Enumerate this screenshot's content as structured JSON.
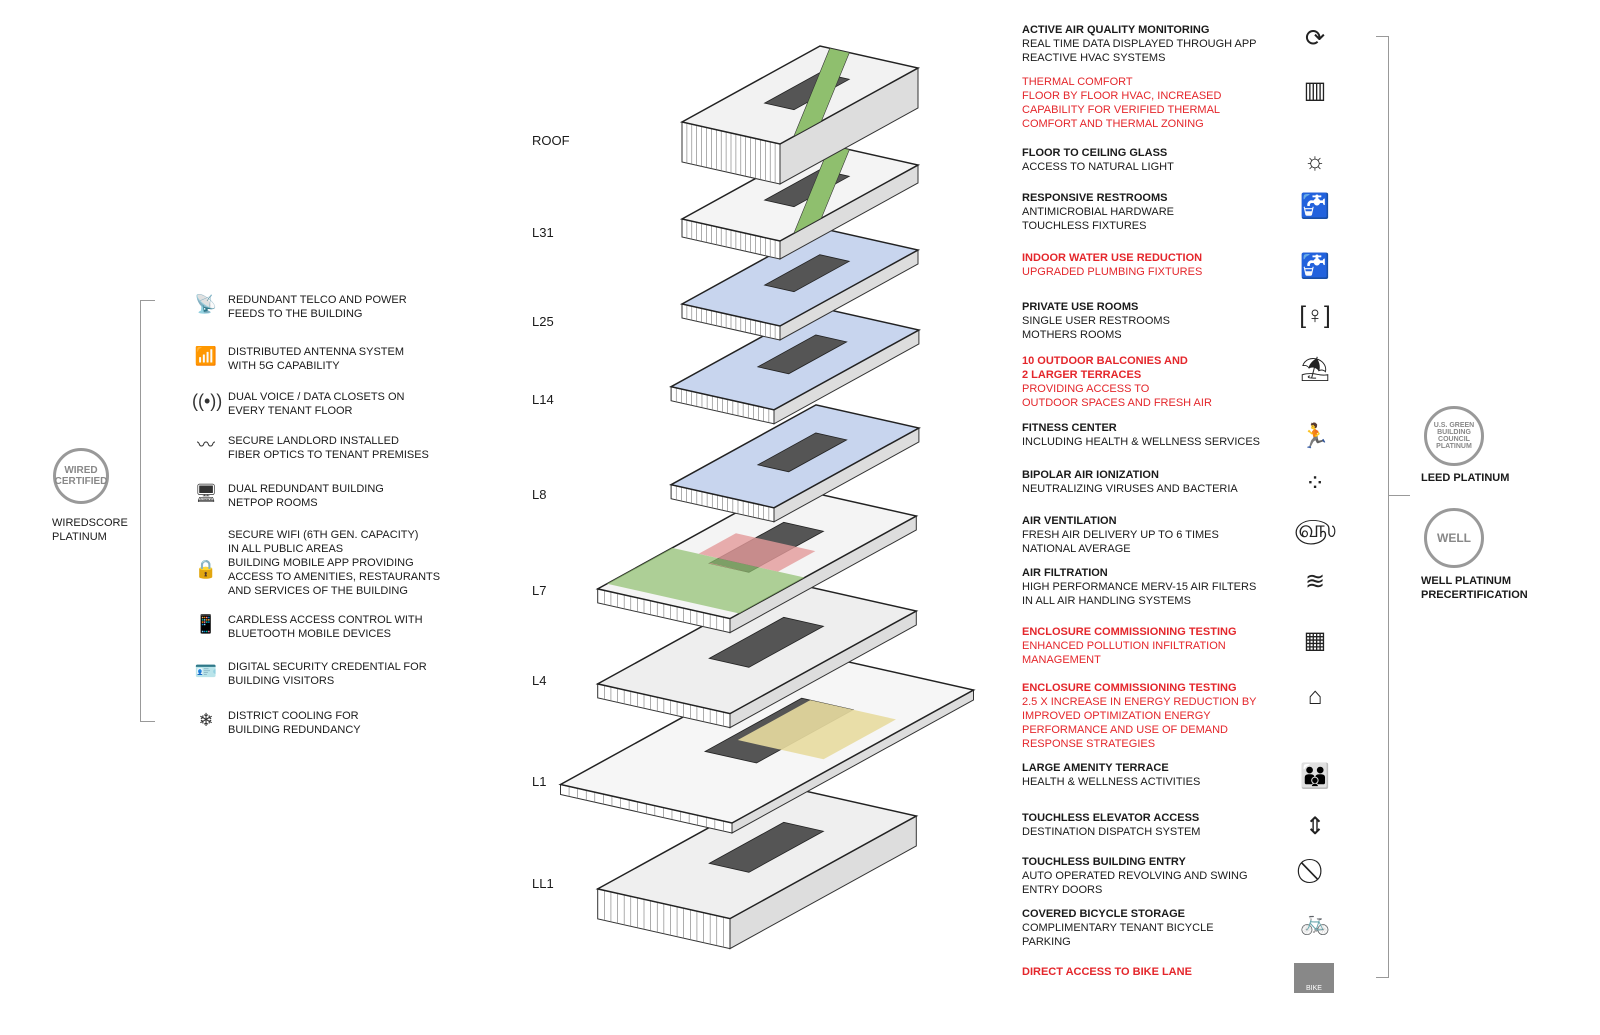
{
  "floors": [
    "ROOF",
    "L31",
    "L25",
    "L14",
    "L8",
    "L7",
    "L4",
    "L1",
    "LL1"
  ],
  "left_features": [
    {
      "icon": "telco-tower-icon",
      "glyph": "📡",
      "text": "REDUNDANT TELCO AND POWER\nFEEDS TO THE BUILDING"
    },
    {
      "icon": "antenna-icon",
      "glyph": "📶",
      "text": "DISTRIBUTED ANTENNA SYSTEM\nWITH 5G CAPABILITY"
    },
    {
      "icon": "voice-data-icon",
      "glyph": "((•))",
      "text": "DUAL VOICE / DATA CLOSETS ON\nEVERY TENANT FLOOR"
    },
    {
      "icon": "fiber-optic-icon",
      "glyph": "〰",
      "text": "SECURE LANDLORD INSTALLED\nFIBER OPTICS TO TENANT PREMISES"
    },
    {
      "icon": "netpop-room-icon",
      "glyph": "🖥",
      "text": "DUAL REDUNDANT BUILDING\nNETPOP ROOMS"
    },
    {
      "icon": "secure-wifi-icon",
      "glyph": "🔒",
      "text": "SECURE WIFI (6TH GEN. CAPACITY)\nIN ALL PUBLIC AREAS\nBUILDING MOBILE APP PROVIDING\nACCESS TO AMENITIES, RESTAURANTS\nAND SERVICES OF THE BUILDING"
    },
    {
      "icon": "mobile-access-icon",
      "glyph": "📱",
      "text": "CARDLESS ACCESS CONTROL WITH\nBLUETOOTH MOBILE DEVICES"
    },
    {
      "icon": "security-credential-icon",
      "glyph": "🪪",
      "text": "DIGITAL SECURITY CREDENTIAL FOR\nBUILDING VISITORS"
    },
    {
      "icon": "district-cooling-icon",
      "glyph": "❄",
      "text": "DISTRICT COOLING FOR\nBUILDING REDUNDANCY"
    }
  ],
  "wiredscore": {
    "badge_text": "WIRED CERTIFIED",
    "label": "WIREDSCORE\nPLATINUM"
  },
  "right_features": [
    {
      "red": false,
      "icon": "air-quality-icon",
      "glyph": "⟳",
      "title": "ACTIVE AIR QUALITY MONITORING",
      "desc": "REAL TIME DATA DISPLAYED THROUGH APP\nREACTIVE HVAC SYSTEMS"
    },
    {
      "red": true,
      "icon": "thermal-unit-icon",
      "glyph": "▥",
      "title": "",
      "desc": "THERMAL COMFORT\nFLOOR BY FLOOR HVAC, INCREASED\nCAPABILITY FOR VERIFIED THERMAL\nCOMFORT AND THERMAL ZONING"
    },
    {
      "red": false,
      "icon": "window-light-icon",
      "glyph": "☼",
      "title": "FLOOR TO CEILING GLASS",
      "desc": "ACCESS TO NATURAL LIGHT"
    },
    {
      "red": false,
      "icon": "touchless-faucet-icon",
      "glyph": "🚰",
      "title": "RESPONSIVE RESTROOMS",
      "desc": "ANTIMICROBIAL HARDWARE\nTOUCHLESS FIXTURES"
    },
    {
      "red": true,
      "icon": "faucet-hand-icon",
      "glyph": "🚰",
      "title": "INDOOR WATER USE REDUCTION",
      "desc": "UPGRADED PLUMBING FIXTURES"
    },
    {
      "red": false,
      "icon": "private-room-icon",
      "glyph": "[♀]",
      "title": "PRIVATE USE ROOMS",
      "desc": "SINGLE USER RESTROOMS\nMOTHERS ROOMS"
    },
    {
      "red": true,
      "icon": "terrace-umbrella-icon",
      "glyph": "⛱",
      "title": "10 OUTDOOR BALCONIES AND\n2 LARGER TERRACES",
      "desc": "PROVIDING ACCESS TO\nOUTDOOR SPACES AND FRESH AIR"
    },
    {
      "red": false,
      "icon": "treadmill-icon",
      "glyph": "🏃",
      "title": "FITNESS CENTER",
      "desc": "INCLUDING HEALTH & WELLNESS SERVICES"
    },
    {
      "red": false,
      "icon": "ionization-icon",
      "glyph": "⁘",
      "title": "BIPOLAR AIR IONIZATION",
      "desc": "NEUTRALIZING VIRUSES AND BACTERIA"
    },
    {
      "red": false,
      "icon": "ventilation-icon",
      "glyph": "௵",
      "title": "AIR VENTILATION",
      "desc": "FRESH AIR DELIVERY UP TO 6 TIMES\nNATIONAL AVERAGE"
    },
    {
      "red": false,
      "icon": "air-filter-icon",
      "glyph": "≋",
      "title": "AIR FILTRATION",
      "desc": "HIGH PERFORMANCE MERV-15 AIR FILTERS\nIN ALL AIR HANDLING SYSTEMS"
    },
    {
      "red": true,
      "icon": "enclosure-window-icon",
      "glyph": "▦",
      "title": "ENCLOSURE COMMISSIONING TESTING",
      "desc": "ENHANCED POLLUTION INFILTRATION\nMANAGEMENT"
    },
    {
      "red": true,
      "icon": "energy-house-icon",
      "glyph": "⌂",
      "title": "ENCLOSURE COMMISSIONING TESTING",
      "desc": "2.5 X INCREASE IN ENERGY REDUCTION BY\nIMPROVED OPTIMIZATION ENERGY\nPERFORMANCE AND USE OF DEMAND\nRESPONSE STRATEGIES"
    },
    {
      "red": false,
      "icon": "family-icon",
      "glyph": "👪",
      "title": "LARGE AMENITY TERRACE",
      "desc": "HEALTH & WELLNESS ACTIVITIES"
    },
    {
      "red": false,
      "icon": "touchless-elevator-icon",
      "glyph": "⇕",
      "title": "TOUCHLESS ELEVATOR ACCESS",
      "desc": "DESTINATION DISPATCH SYSTEM"
    },
    {
      "red": false,
      "icon": "no-touch-icon",
      "glyph": "⃠",
      "title": "TOUCHLESS BUILDING ENTRY",
      "desc": "AUTO OPERATED REVOLVING AND SWING\nENTRY DOORS"
    },
    {
      "red": false,
      "icon": "bicycle-storage-icon",
      "glyph": "🚲",
      "title": "COVERED BICYCLE STORAGE",
      "desc": "COMPLIMENTARY TENANT BICYCLE\nPARKING"
    },
    {
      "red": true,
      "icon": "bike-route-icon",
      "glyph": "BIKE ROUTE",
      "title": "DIRECT ACCESS TO BIKE LANE",
      "desc": ""
    }
  ],
  "leed": {
    "badge_text": "U.S. GREEN BUILDING COUNCIL PLATINUM",
    "label": "LEED PLATINUM"
  },
  "well": {
    "badge_text": "WELL",
    "label": "WELL PLATINUM\nPRECERTIFICATION"
  },
  "colors": {
    "red": "#e4262b",
    "blue_floor": "#c8d5ee",
    "pink_floor": "#e49a9a",
    "green": "#8fbf6e"
  }
}
